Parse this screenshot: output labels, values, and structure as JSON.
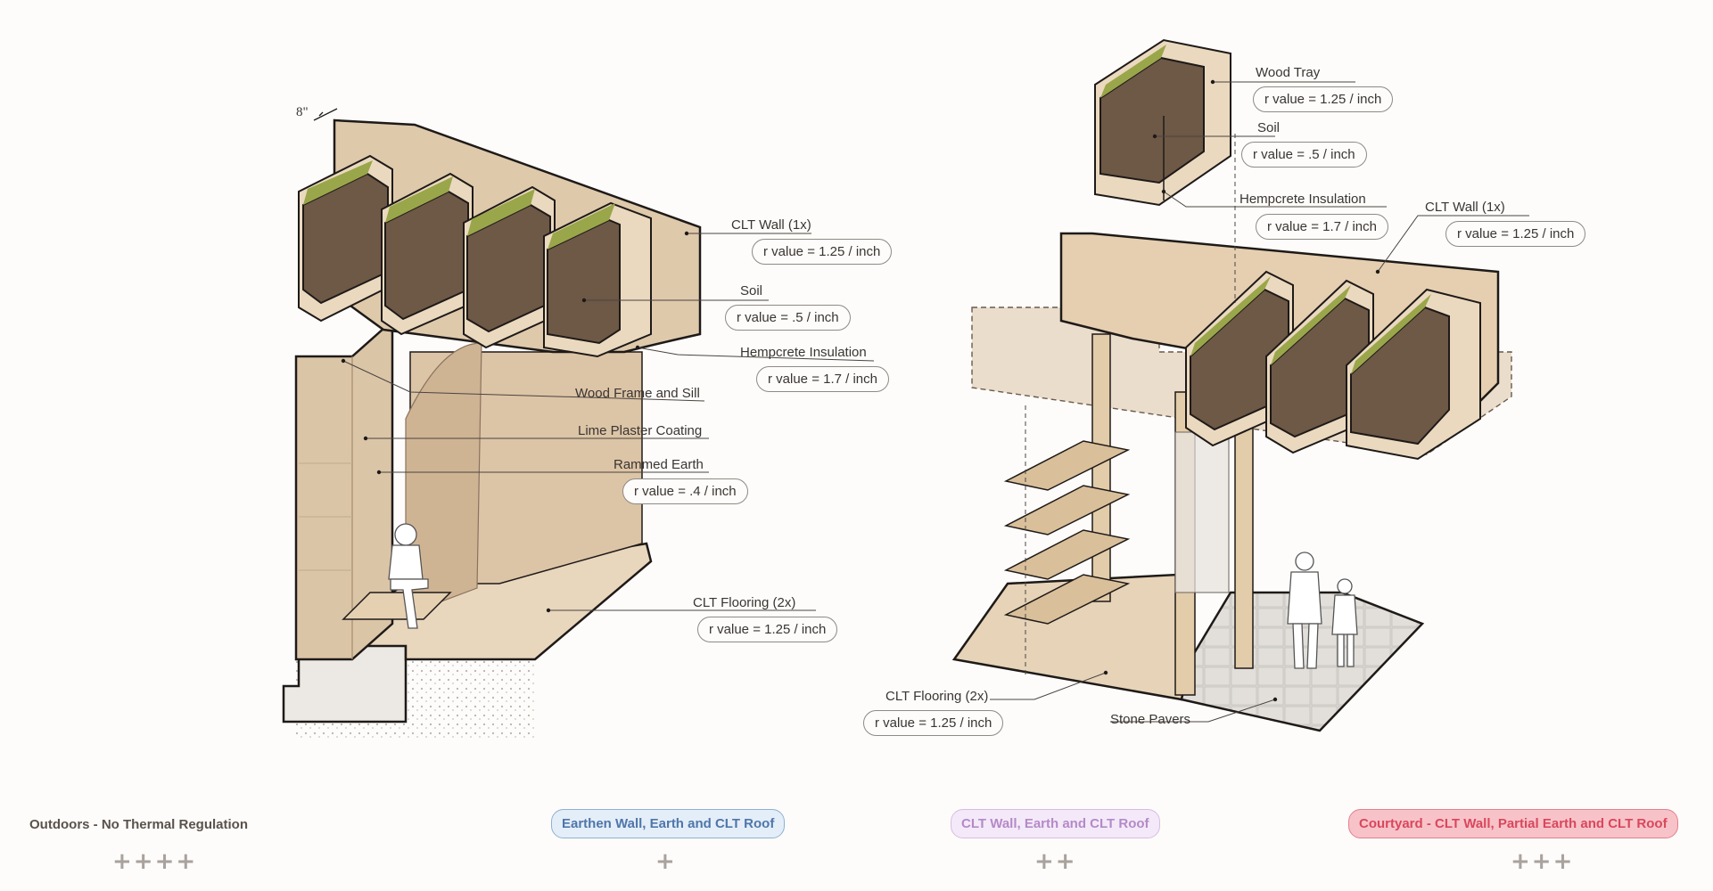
{
  "dimension": "8\"",
  "left_section": {
    "labels": {
      "clt_wall": "CLT Wall (1x)",
      "clt_wall_r": "r value = 1.25 / inch",
      "soil": "Soil",
      "soil_r": "r value = .5 / inch",
      "hempcrete": "Hempcrete Insulation",
      "hempcrete_r": "r value = 1.7 / inch",
      "wood_frame": "Wood Frame and Sill",
      "lime_plaster": "Lime Plaster Coating",
      "rammed_earth": "Rammed Earth",
      "rammed_earth_r": "r value = .4 / inch",
      "clt_flooring": "CLT Flooring (2x)",
      "clt_flooring_r": "r value = 1.25 / inch"
    }
  },
  "right_section": {
    "labels": {
      "wood_tray": "Wood Tray",
      "wood_tray_r": "r value = 1.25 / inch",
      "soil": "Soil",
      "soil_r": "r value = .5 / inch",
      "hempcrete": "Hempcrete Insulation",
      "hempcrete_r": "r value = 1.7 / inch",
      "clt_wall": "CLT Wall (1x)",
      "clt_wall_r": "r value = 1.25 / inch",
      "clt_flooring": "CLT Flooring (2x)",
      "clt_flooring_r": "r value = 1.25 / inch",
      "stone_pavers": "Stone Pavers"
    }
  },
  "legend": [
    {
      "label": "Outdoors - No Thermal Regulation",
      "rating": "++++",
      "color": "#5a524c",
      "fill": "",
      "border": ""
    },
    {
      "label": "Earthen Wall, Earth and CLT Roof",
      "rating": "+",
      "color": "#4f76aa",
      "fill": "#e4eef8",
      "border": "#8fb0d4"
    },
    {
      "label": "CLT Wall, Earth and CLT Roof",
      "rating": "++",
      "color": "#b48ac8",
      "fill": "#f4e9f8",
      "border": "#d7bde3"
    },
    {
      "label": "Courtyard - CLT Wall, Partial Earth and CLT Roof",
      "rating": "+++",
      "color": "#d9475d",
      "fill": "#f7c3c8",
      "border": "#e3808e"
    }
  ],
  "colors": {
    "wood": "#e6d2b5",
    "wood_dark": "#cdb08c",
    "soil": "#6e5846",
    "grass": "#9aa64a",
    "earth": "#d8c4a6",
    "outline": "#1e1a18"
  }
}
